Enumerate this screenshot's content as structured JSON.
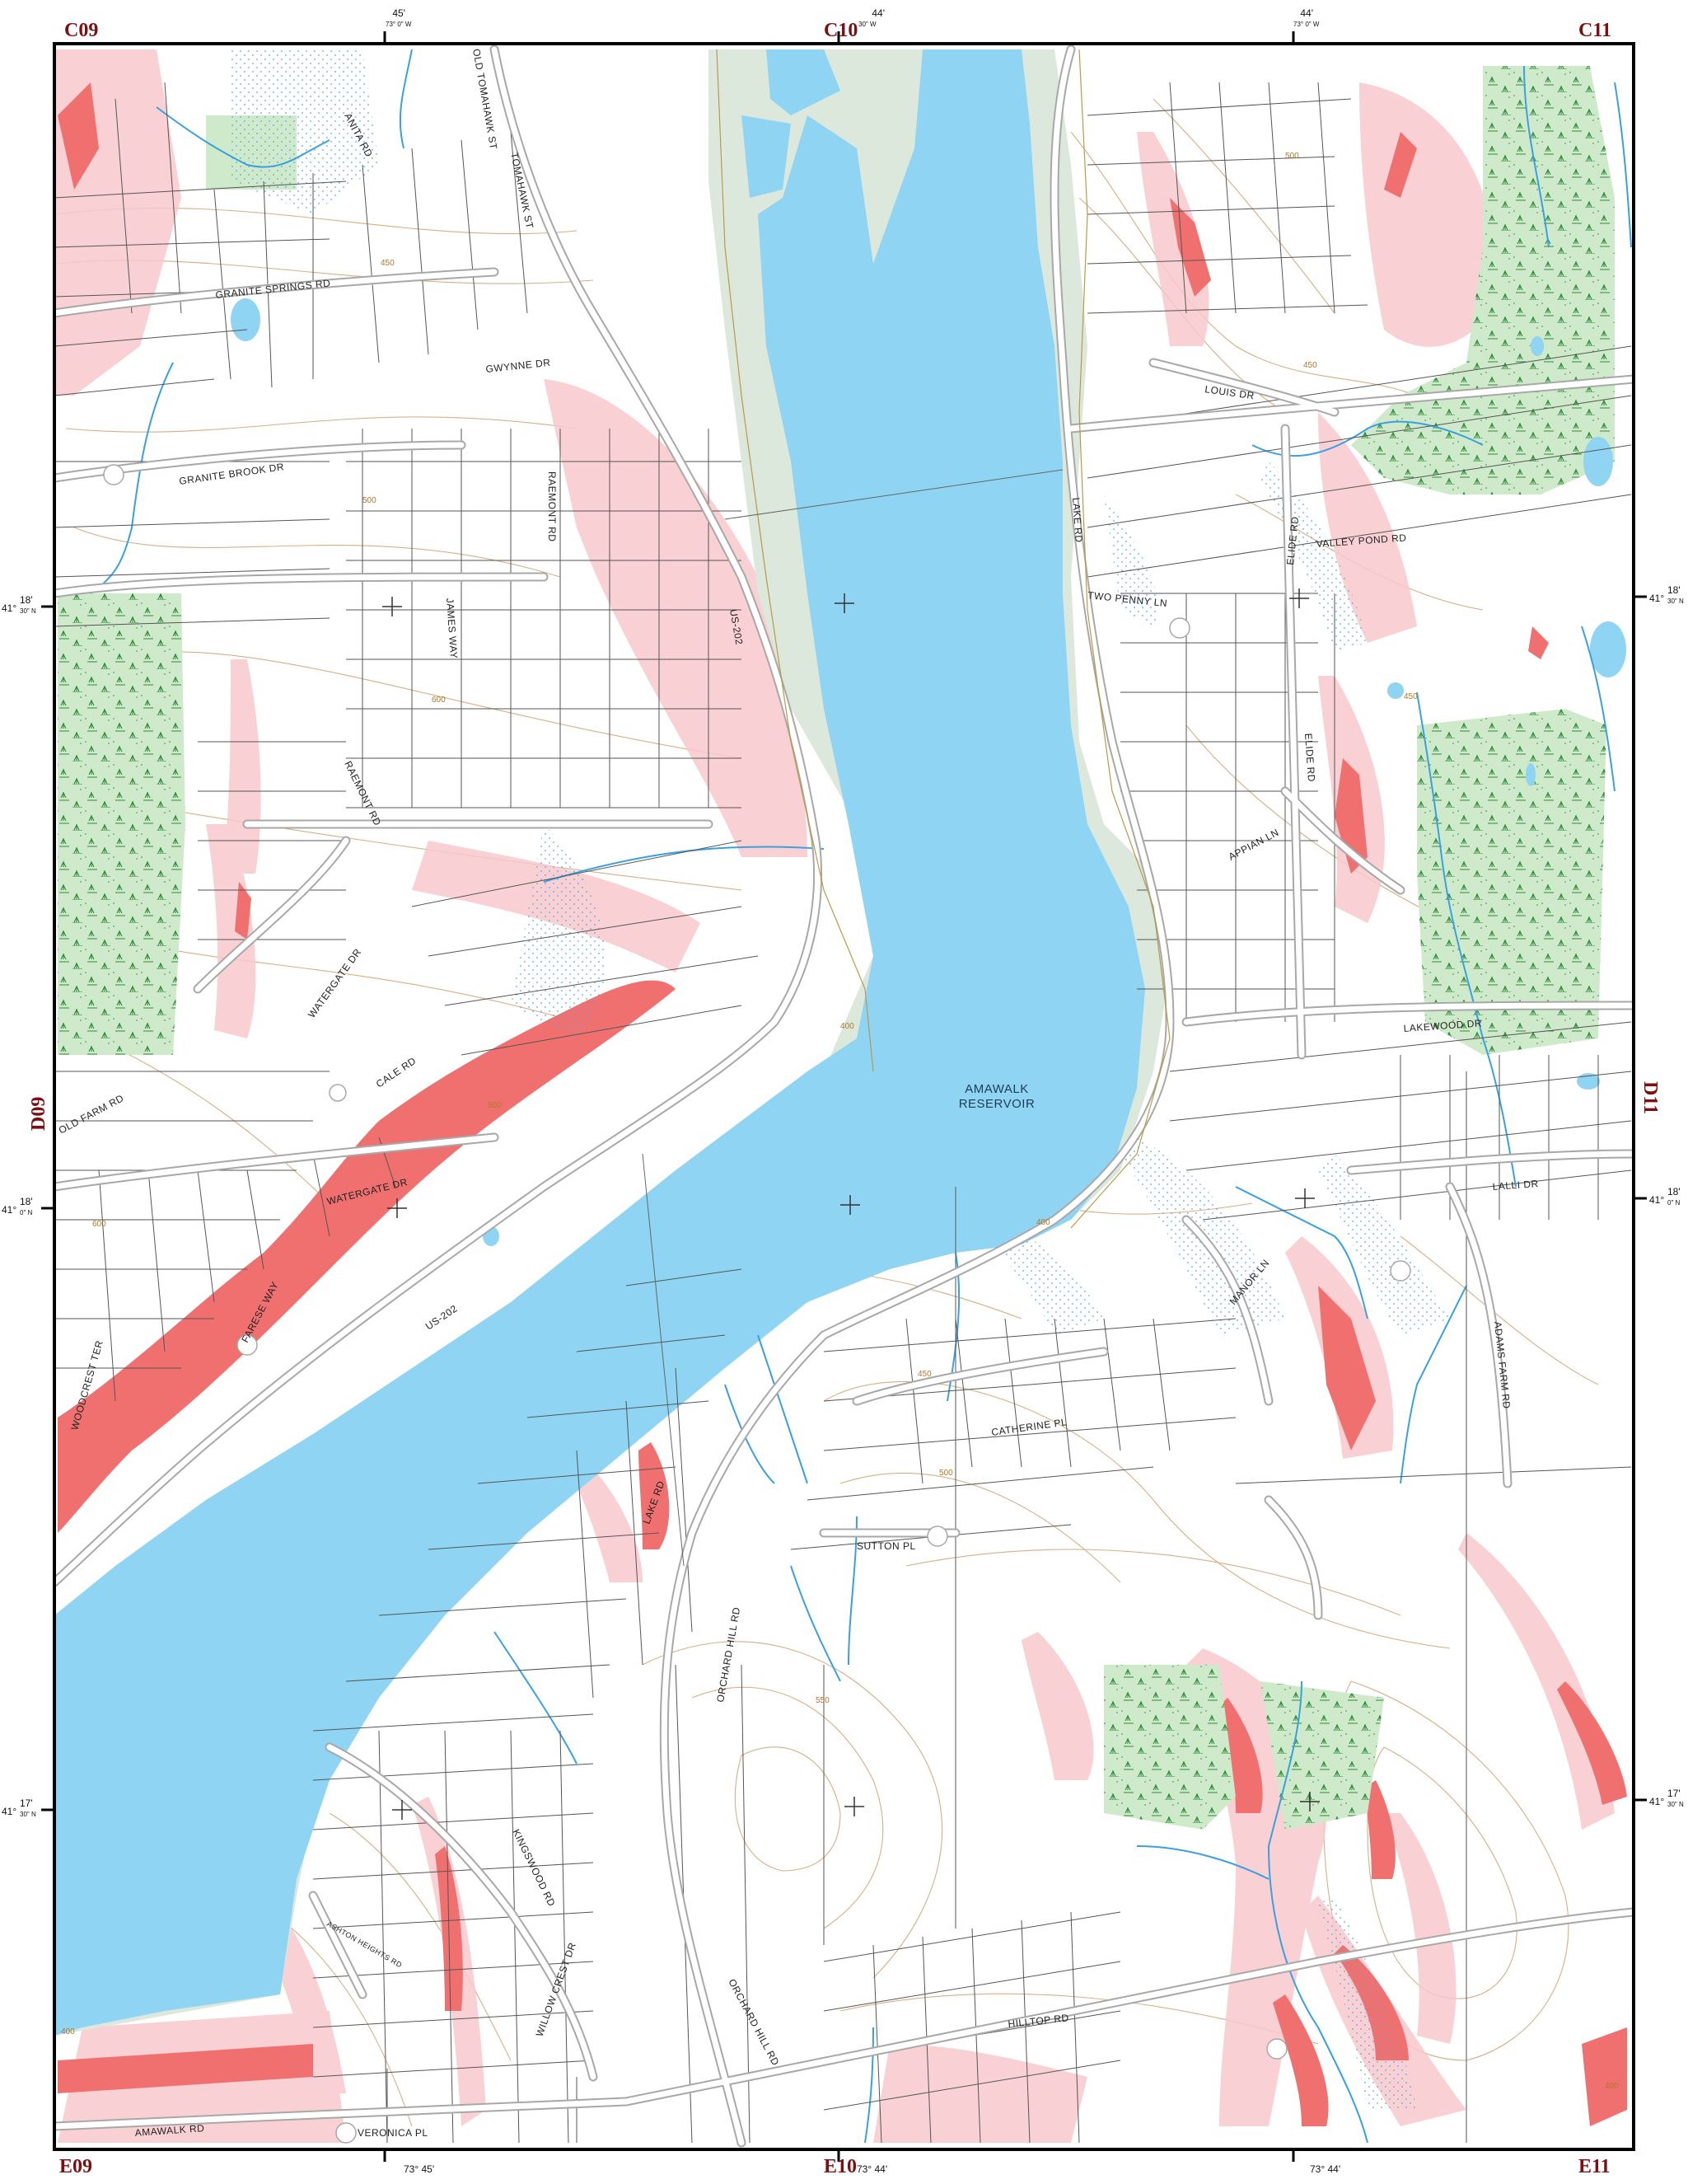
{
  "map": {
    "colors": {
      "water": "#8fd4f2",
      "stream": "#3aa0e0",
      "slope_light": "#f8c8cc",
      "slope_steep": "#f07070",
      "wetland": "#cfeacb",
      "wetland_symbol": "#2f8a3a",
      "buffer": "#dce8dc",
      "contour": "#c9955a",
      "parcel": "#555555",
      "road_casing": "#a8a8a8",
      "road_fill": "#ffffff",
      "frame": "#000000",
      "grid_label": "#7a1010"
    },
    "grid_labels": {
      "top_left": "C09",
      "top_center": "C10",
      "top_right": "C11",
      "left_middle": "D09",
      "right_middle": "D11",
      "bottom_left": "E09",
      "bottom_center": "E10",
      "bottom_right": "E11"
    },
    "coords": {
      "top_1_min": "45'",
      "top_1_deg": "73° 0\" W",
      "top_2_min": "44'",
      "top_2_deg": "30\" W",
      "top_3_min": "44'",
      "top_3_deg": "73° 0\" W",
      "left_1_deg": "41°",
      "left_1_min": "18'",
      "left_1_sec": "30\" N",
      "left_2_deg": "41°",
      "left_2_min": "18'",
      "left_2_sec": "0\" N",
      "left_3_deg": "41°",
      "left_3_min": "17'",
      "left_3_sec": "30\" N",
      "right_1_deg": "41°",
      "right_1_min": "18'",
      "right_1_sec": "30\" N",
      "right_2_deg": "41°",
      "right_2_min": "18'",
      "right_2_sec": "0\" N",
      "right_3_deg": "41°",
      "right_3_min": "17'",
      "right_3_sec": "30\" N",
      "bottom_1": "73° 45'",
      "bottom_2": "73° 44'",
      "bottom_3": "73° 44'"
    },
    "water_label_line1": "AMAWALK",
    "water_label_line2": "RESERVOIR",
    "roads": {
      "anita": "ANITA RD",
      "old_tomahawk": "OLD TOMAHAWK ST",
      "tomahawk": "TOMAHAWK ST",
      "granite_springs": "GRANITE SPRINGS RD",
      "gwynne": "GWYNNE DR",
      "granite_brook": "GRANITE BROOK DR",
      "raemont_1": "RAEMONT RD",
      "raemont_2": "RAEMONT RD",
      "james_way": "JAMES WAY",
      "us202_1": "US-202",
      "us202_2": "US-202",
      "watergate_1": "WATERGATE DR",
      "watergate_2": "WATERGATE DR",
      "cale": "CALE RD",
      "old_farm": "OLD FARM RD",
      "farese": "FARESE WAY",
      "woodcrest": "WOODCREST TER",
      "louis": "LOUIS DR",
      "lake_rd_1": "LAKE RD",
      "lake_rd_2": "LAKE RD",
      "valley_pond": "VALLEY POND RD",
      "two_penny": "TWO PENNY LN",
      "elide_1": "ELIDE RD",
      "elide_2": "ELIDE RD",
      "appian": "APPIAN LN",
      "lakewood": "LAKEWOOD DR",
      "lalli": "LALLI DR",
      "manor": "MANOR LN",
      "adams_farm": "ADAMS FARM RD",
      "catherine": "CATHERINE PL",
      "sutton": "SUTTON PL",
      "orchard_1": "ORCHARD HILL RD",
      "orchard_2": "ORCHARD HILL RD",
      "kingswood": "KINGSWOOD RD",
      "ashton": "ASHTON HEIGHTS RD",
      "willow": "WILLOW CREST DR",
      "hilltop": "HILLTOP RD",
      "amawalk": "AMAWALK RD",
      "veronica": "VERONICA PL"
    },
    "contour_labels": {
      "c450_a": "450",
      "c500_a": "500",
      "c600_a": "600",
      "c500_b": "500",
      "c450_b": "450",
      "c400_a": "400",
      "c600_b": "600",
      "c400_b": "400",
      "c450_c": "450",
      "c500_c": "500",
      "c550_a": "550",
      "c450_d": "450",
      "c500_d": "500",
      "c400_c": "400",
      "c400_d": "400"
    }
  }
}
